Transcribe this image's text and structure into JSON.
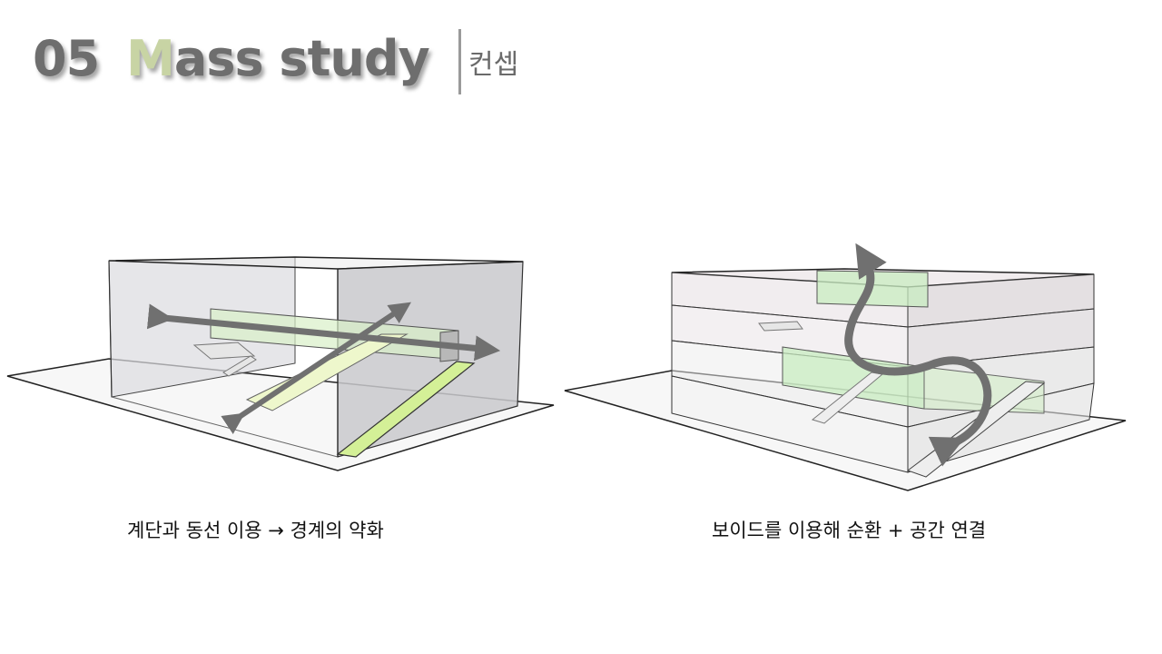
{
  "header": {
    "number": "05",
    "title_accent": "M",
    "title_rest": "ass study",
    "subtitle": "컨셉"
  },
  "diagrams": [
    {
      "caption": "계단과 동선 이용  →  경계의 약화"
    },
    {
      "caption": "보이드를 이용해 순환 + 공간 연결"
    }
  ],
  "colors": {
    "title": "#6e6e6e",
    "accent": "#c8d4a4",
    "green": "#d8f0a0",
    "box_face": "#cfcfd3"
  }
}
